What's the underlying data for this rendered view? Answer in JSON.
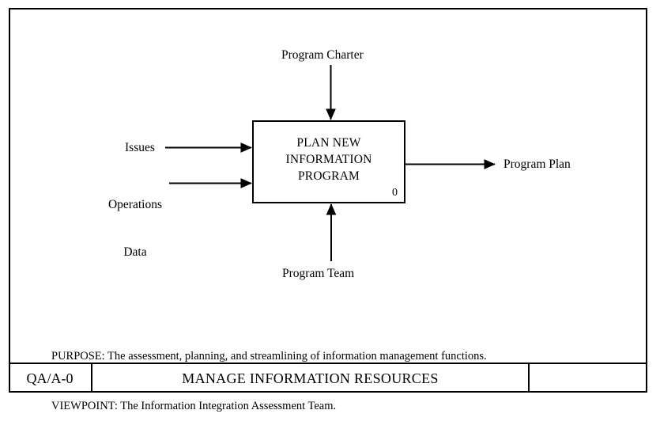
{
  "diagram": {
    "type": "IDEF0 context diagram",
    "activity": {
      "name_line1": "PLAN NEW",
      "name_line2": "INFORMATION",
      "name_line3": "PROGRAM",
      "node_number": "0"
    },
    "arrows": {
      "control_top": "Program Charter",
      "input_1": "Issues",
      "input_2_line1": "Operations",
      "input_2_line2": "Data",
      "output_right": "Program Plan",
      "mechanism_bottom": "Program Team"
    },
    "notes": {
      "purpose": "PURPOSE: The assessment, planning, and streamlining of information management functions.",
      "viewpoint": "VIEWPOINT: The Information Integration Assessment Team."
    },
    "titlebar": {
      "node_ref": "QA/A-0",
      "title": "MANAGE INFORMATION RESOURCES",
      "extra": ""
    },
    "colors": {
      "ink": "#000000",
      "background": "#ffffff"
    }
  }
}
